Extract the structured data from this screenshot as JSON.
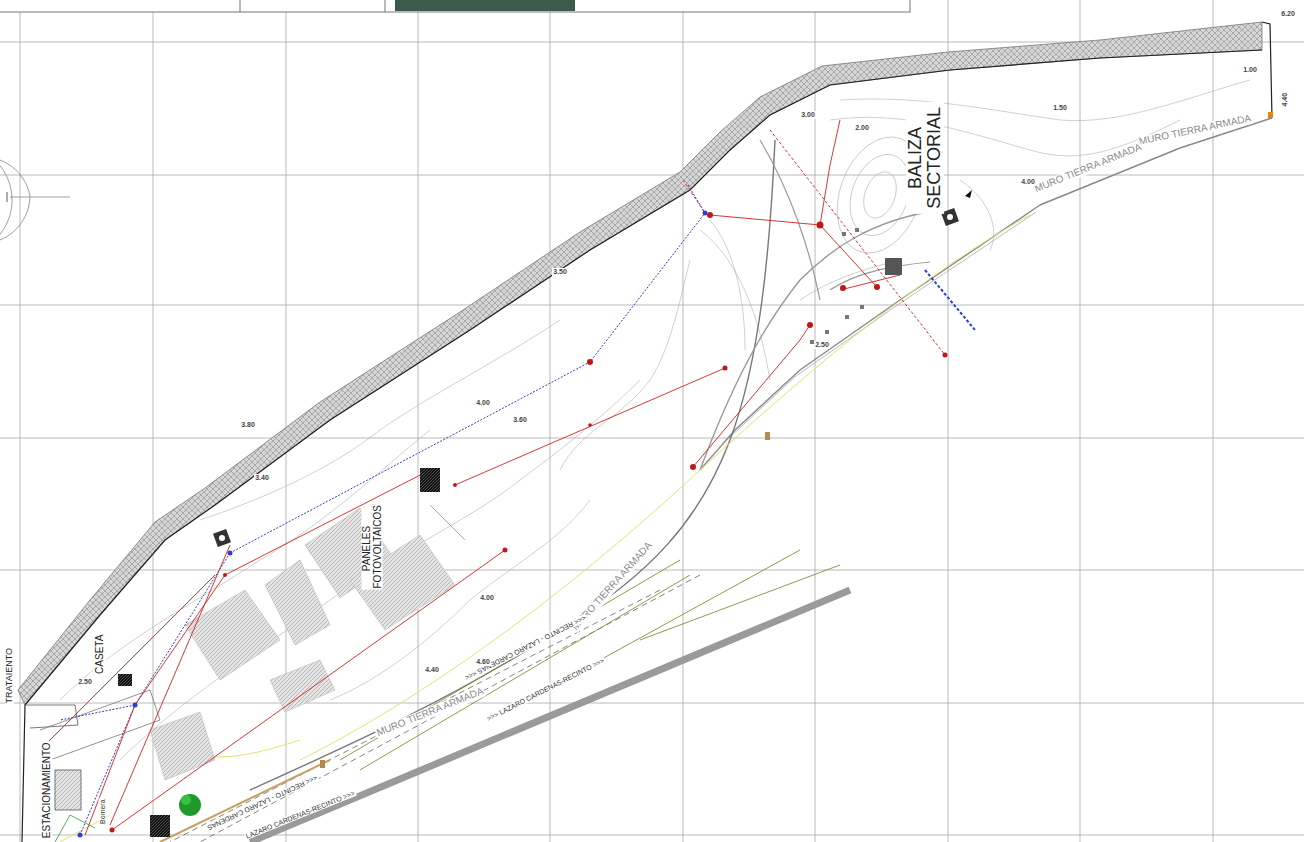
{
  "diagram": {
    "labels": [
      "BALIZA SECTORIAL",
      "PANELES FOTOVOLTAICOS",
      "CASETA",
      "ESTACIONAMIENTO",
      "TRATAIENTO",
      "MURO TIERRA ARMADA",
      "MURO TIERRA ARMADA",
      "MURO TIERRA ARMADA",
      "MURO TIERRA ARMADA",
      ">>> LAZARO CARDENAS-RECINTO >>>",
      "<<< RECINTO - LAZARO CARDENAS <<<",
      "<<< RECINTO - LAZARO CARDENAS",
      "LAZARO CARDENAS-RECINTO >>>",
      "Bomera",
      "4.00",
      "4.00",
      "3.40",
      "3.80",
      "2.50",
      "4.40",
      "4.60",
      "3.00",
      "2.00",
      "3.50",
      "6.20",
      "4.40",
      "1.50",
      "4.00",
      "3.60",
      "1.00",
      "2.50"
    ]
  }
}
